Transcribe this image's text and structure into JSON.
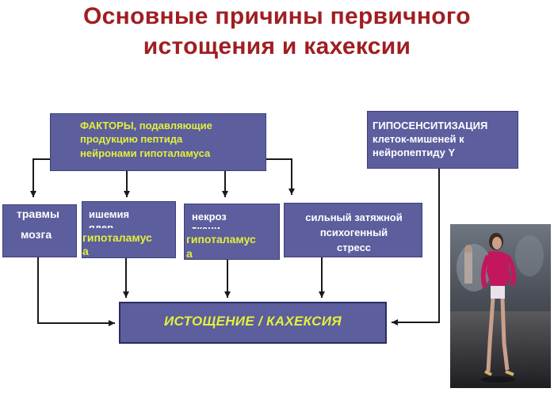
{
  "title": {
    "line1": "Основные причины первичного",
    "line2": "истощения и кахексии"
  },
  "factors_box": {
    "line1": "ФАКТОРЫ, подавляющие",
    "line2": "продукцию пептида",
    "line3": "нейронами гипоталамуса"
  },
  "hyposensitization_box": {
    "line1": "ГИПОСЕНСИТИЗАЦИЯ",
    "line2": "клеток-мишеней к",
    "line3": "нейропептиду Y"
  },
  "trauma_box": {
    "line1": "травмы",
    "line2": "мозга"
  },
  "ischemia_box": {
    "line1": "ишемия",
    "line2": "ядер",
    "line3": "гипоталамус",
    "line4": "а"
  },
  "necrosis_box": {
    "line1": "некроз",
    "line2": "ткани",
    "line3": "гипоталамус",
    "line4": "а"
  },
  "stress_box": {
    "line1": "сильный затяжной",
    "line2": "психогенный",
    "line3": "стресс"
  },
  "result_box": {
    "label": "ИСТОЩЕНИЕ / КАХЕКСИЯ"
  },
  "colors": {
    "title": "#a01e22",
    "box_fill": "#5c5e9e",
    "box_text_yellow": "#e3f03a",
    "box_text_white": "#ffffff",
    "connector": "#1a1a1a"
  }
}
